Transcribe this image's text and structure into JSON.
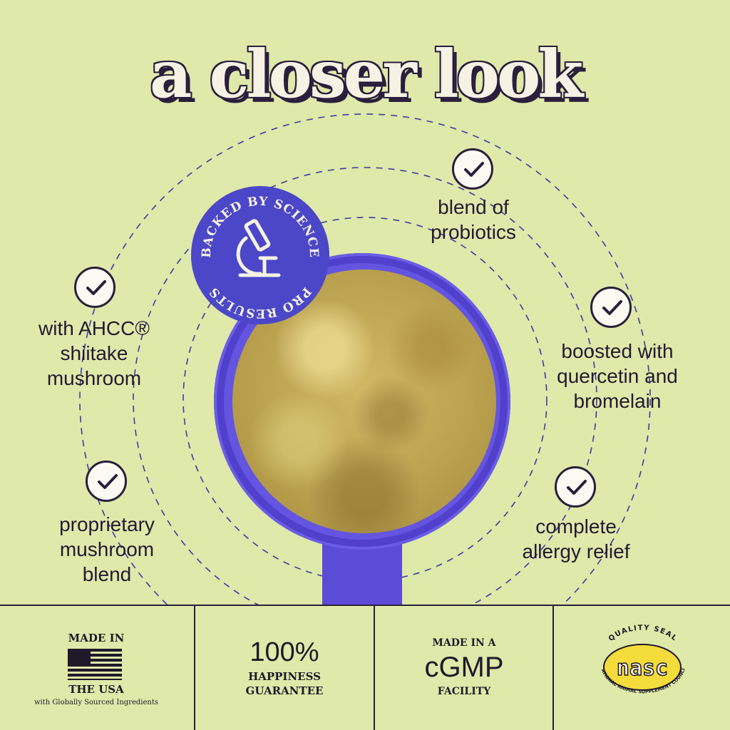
{
  "title": "a closer look",
  "badge": {
    "top_text": "BACKED BY SCIENCE",
    "bottom_text": "PRO RESULTS",
    "icon": "microscope-icon"
  },
  "features": [
    {
      "id": "probiotics",
      "label": "blend of\nprobiotics"
    },
    {
      "id": "ahcc",
      "label": "with AHCC®\nshiitake\nmushroom"
    },
    {
      "id": "quercetin",
      "label": "boosted with\nquercetin and\nbromelain"
    },
    {
      "id": "mushroom",
      "label": "proprietary\nmushroom\nblend"
    },
    {
      "id": "allergy",
      "label": "complete\nallergy relief"
    }
  ],
  "footer": {
    "usa": {
      "line1": "MADE IN",
      "line2": "THE USA",
      "note": "with Globally Sourced Ingredients",
      "icon": "us-flag-icon"
    },
    "guarantee": {
      "big": "100%",
      "line1": "HAPPINESS",
      "line2": "GUARANTEE"
    },
    "cgmp": {
      "line1": "MADE IN A",
      "big": "cGMP",
      "line2": "FACILITY"
    },
    "nasc": {
      "top": "QUALITY SEAL",
      "logo": "nasc",
      "bottom": "NATIONAL ANIMAL SUPPLEMENT COUNCIL"
    }
  },
  "colors": {
    "background": "#dfe9a9",
    "accent_purple": "#5040cc",
    "badge_blue": "#4b47c8",
    "ink": "#2a1f3d",
    "nasc_yellow": "#f4dc3a"
  }
}
